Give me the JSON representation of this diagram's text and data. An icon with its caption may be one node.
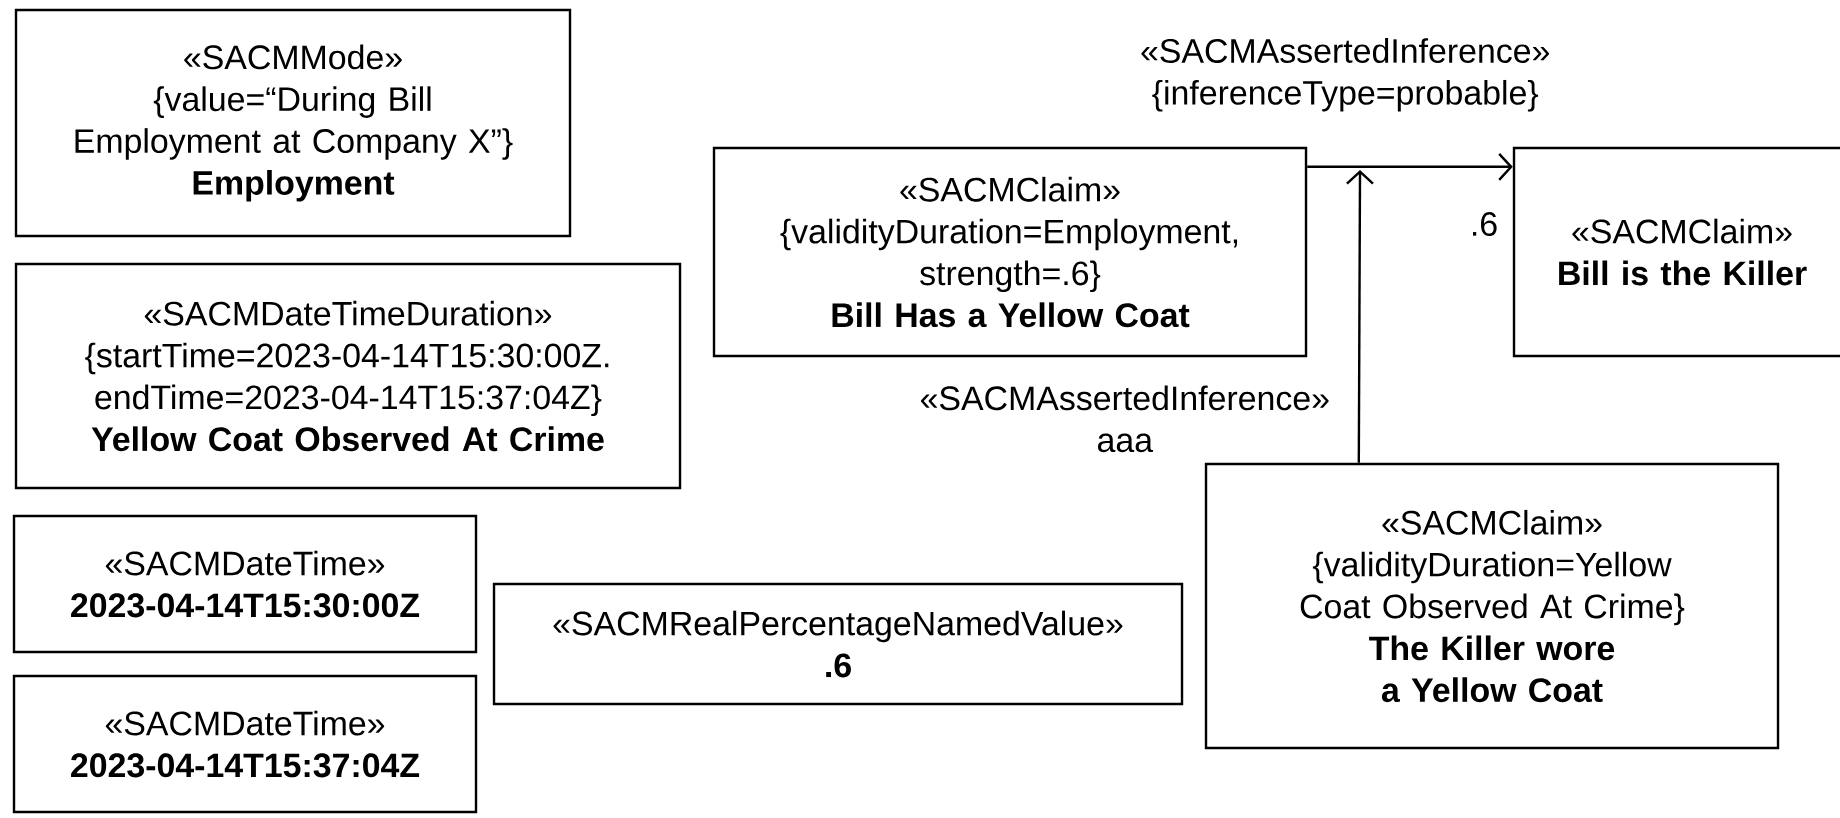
{
  "diagram": {
    "nodes": [
      {
        "text": [
          "«SACMMode»",
          "{value=“During Bill Employment at Company X”}",
          "Employment"
        ]
      },
      {
        "text": [
          "«SACMDateTimeDuration»",
          "{startTime=2023-04-14T15:30:00Z. endTime=2023-04-14T15:37:04Z}",
          "Yellow Coat Observed At Crime"
        ]
      },
      {
        "text": [
          "«SACMClaim»",
          "{validityDuration=Employment, strength=.6}",
          "Bill Has a Yellow Coat"
        ]
      },
      {
        "text": [
          "«SACMClaim»",
          "Bill is the Killer"
        ]
      },
      {
        "text": [
          "«SACMDateTime»",
          "2023-04-14T15:30:00Z"
        ]
      },
      {
        "text": [
          "«SACMDateTime»",
          "2023-04-14T15:37:04Z"
        ]
      },
      {
        "text": [
          "«SACMRealPercentageNamedValue»",
          ".6"
        ]
      },
      {
        "text": [
          "«SACMClaim»",
          "{validityDuration=Yellow Coat Observed At Crime}",
          "The Killer wore a Yellow Coat"
        ]
      }
    ],
    "edges": [
      {
        "from": 2,
        "to": 3,
        "arrow": "to",
        "label": "«SACMAssertedInference» {inferenceType=probable}"
      },
      {
        "from": 7,
        "to": null,
        "arrow": "to",
        "label": "«SACMAssertedInference» aaa"
      }
    ],
    "labels": [
      ".6"
    ]
  }
}
